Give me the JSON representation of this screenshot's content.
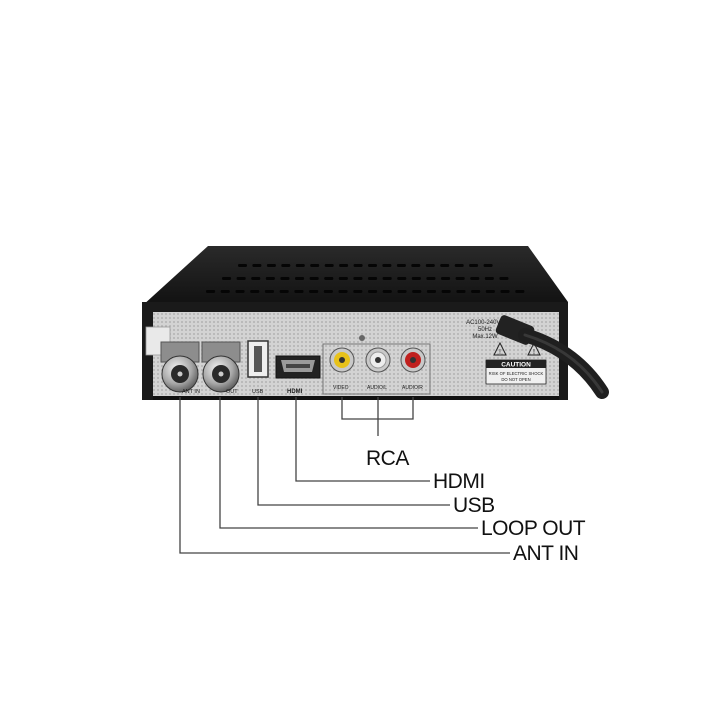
{
  "device": {
    "port_labels": {
      "ant_in": "ANT IN",
      "loop_out": "OUT",
      "usb": "USB",
      "hdmi": "HDMI",
      "video": "VIDEO",
      "audio_l": "AUDIO/L",
      "audio_r": "AUDIO/R"
    },
    "power_rating": [
      "AC100-240V~",
      "50Hz",
      "Max.12W"
    ],
    "caution": {
      "title": "CAUTION",
      "line1": "RISK OF ELECTRIC SHOCK",
      "line2": "DO NOT OPEN"
    }
  },
  "callouts": {
    "rca": "RCA",
    "hdmi": "HDMI",
    "usb": "USB",
    "loop_out": "LOOP OUT",
    "ant_in": "ANT IN"
  },
  "colors": {
    "casing": "#1c1c1c",
    "panel": "#cfcfcf",
    "video_jack": "#e8c21a",
    "audio_l_jack": "#e6e6e6",
    "audio_r_jack": "#c0201e",
    "leader_line": "#444444"
  }
}
